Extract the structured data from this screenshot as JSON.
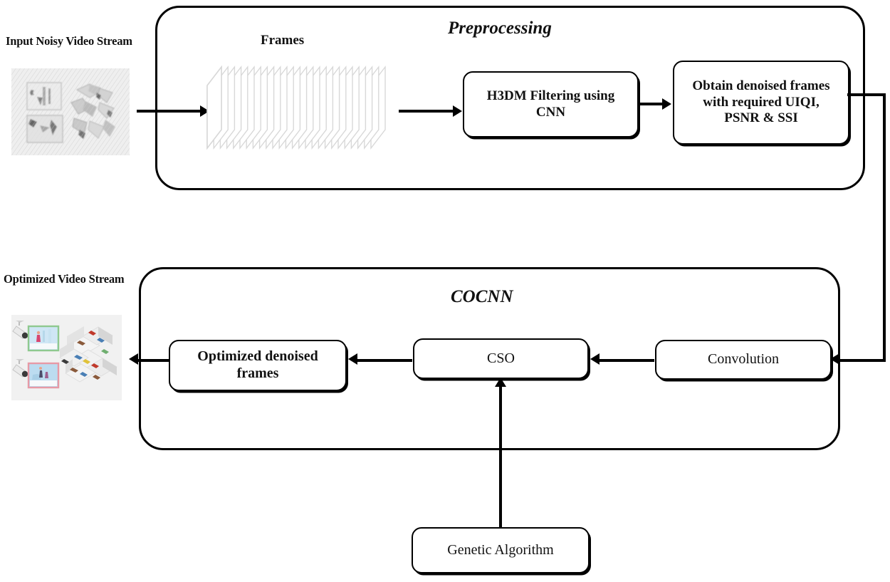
{
  "diagram": {
    "title": "COCNN video denoising pipeline block diagram",
    "labels": {
      "input_stream": "Input Noisy Video Stream",
      "frames": "Frames",
      "output_stream": "Optimized Video Stream"
    },
    "stages": [
      {
        "id": "preprocessing",
        "title": "Preprocessing"
      },
      {
        "id": "cocnn",
        "title": "COCNN"
      }
    ],
    "nodes": [
      {
        "id": "h3dm",
        "label": "H3DM Filtering using CNN"
      },
      {
        "id": "obtain",
        "label": "Obtain denoised frames with required UIQI, PSNR & SSI"
      },
      {
        "id": "optimized",
        "label": "Optimized denoised frames"
      },
      {
        "id": "cso",
        "label": "CSO"
      },
      {
        "id": "conv",
        "label": "Convolution"
      },
      {
        "id": "ga",
        "label": "Genetic Algorithm"
      }
    ],
    "node_text": {
      "h3dm_line1": "H3DM Filtering using",
      "h3dm_line2": "CNN",
      "obtain_line1": "Obtain denoised frames",
      "obtain_line2": "with required UIQI,",
      "obtain_line3": "PSNR & SSI",
      "optimized": "Optimized denoised frames",
      "cso": "CSO",
      "conv": "Convolution",
      "ga": "Genetic Algorithm"
    },
    "colors": {
      "stroke": "#000000",
      "background": "#ffffff",
      "frame_sheet": "#d8d8d8",
      "thumb_noisy_bg": "#efefef",
      "thumb_clean_bg": "#f1f1f1",
      "monitor_border_green": "#8fc98f",
      "monitor_border_pink": "#e79aa6",
      "monitor_sky": "#cfe6f5",
      "floorplan_wall": "#e3e3e3",
      "floorplan_floor": "#f4f4f4",
      "accent_brown": "#8a5a3b",
      "accent_red": "#c0392b",
      "accent_blue": "#4a7fb5"
    },
    "connections": [
      {
        "from": "input-thumb",
        "to": "frames",
        "type": "arrow-right"
      },
      {
        "from": "frames",
        "to": "h3dm",
        "type": "arrow-right"
      },
      {
        "from": "h3dm",
        "to": "obtain",
        "type": "arrow-right"
      },
      {
        "from": "obtain",
        "to": "conv",
        "type": "elbow-right-down-arrow-left"
      },
      {
        "from": "conv",
        "to": "cso",
        "type": "arrow-left"
      },
      {
        "from": "cso",
        "to": "optimized",
        "type": "arrow-left"
      },
      {
        "from": "optimized",
        "to": "output-thumb",
        "type": "arrow-left"
      },
      {
        "from": "ga",
        "to": "cso",
        "type": "arrow-up"
      }
    ]
  }
}
